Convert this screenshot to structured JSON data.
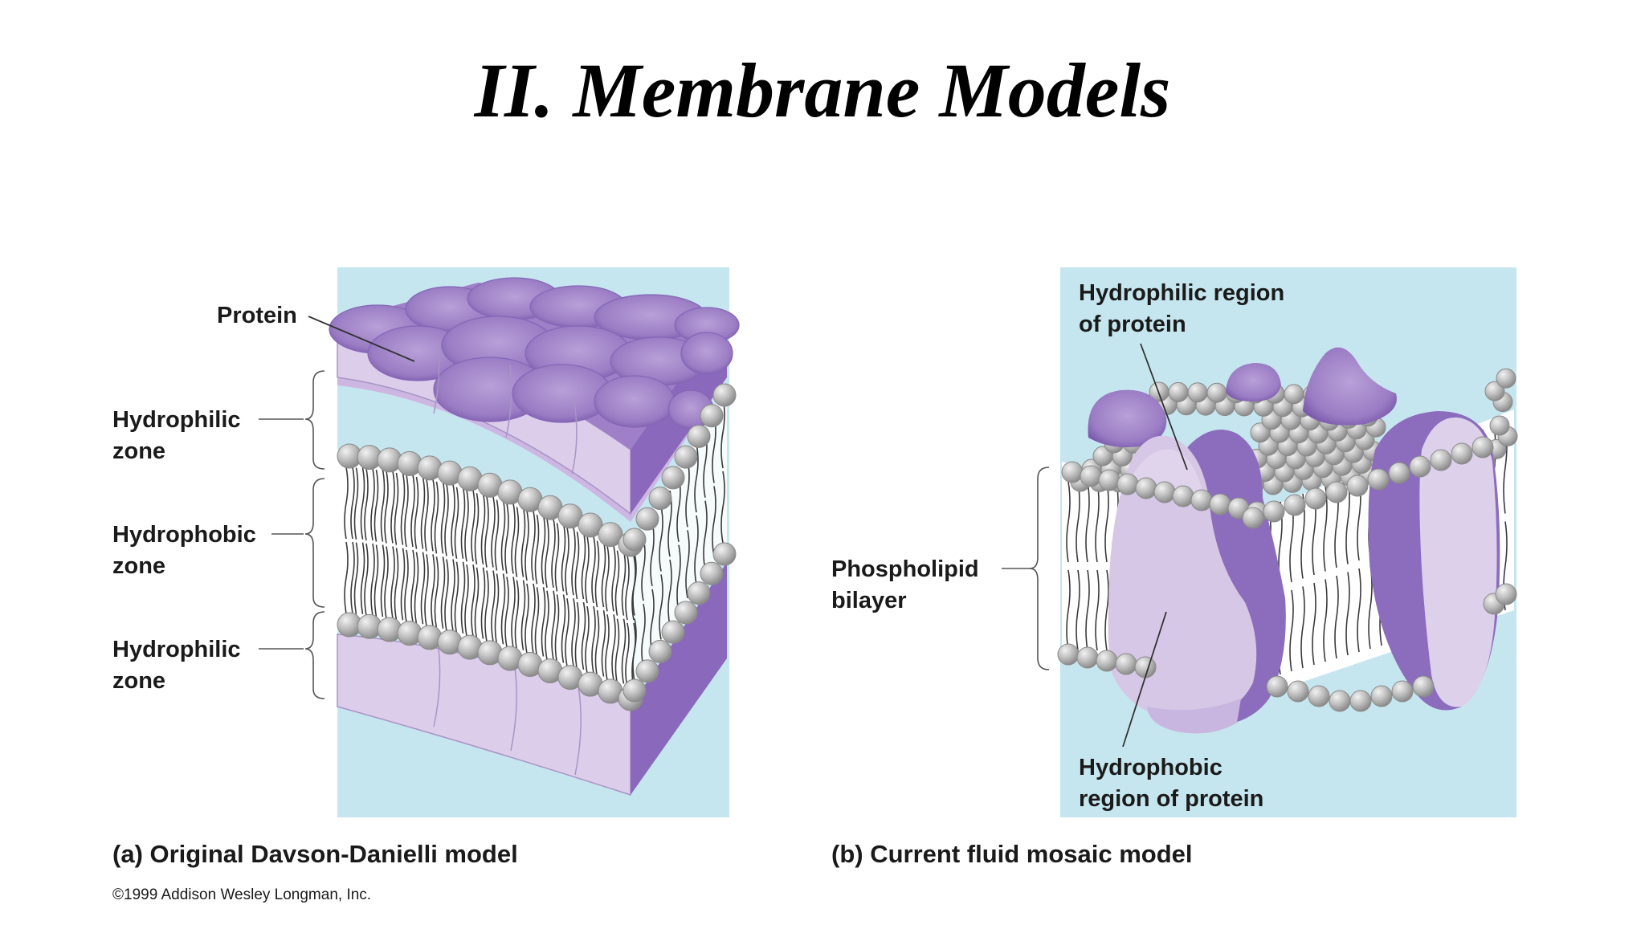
{
  "slide": {
    "title": "II. Membrane Models"
  },
  "panel_a": {
    "caption": "(a) Original Davson-Danielli model",
    "labels": {
      "protein": "Protein",
      "hydrophilic_zone_top": [
        "Hydrophilic",
        "zone"
      ],
      "hydrophobic_zone": [
        "Hydrophobic",
        "zone"
      ],
      "hydrophilic_zone_bottom": [
        "Hydrophilic",
        "zone"
      ]
    }
  },
  "panel_b": {
    "caption": "(b) Current fluid mosaic model",
    "labels": {
      "hydrophilic_region": [
        "Hydrophilic region",
        "of protein"
      ],
      "phospholipid_bilayer": [
        "Phospholipid",
        "bilayer"
      ],
      "hydrophobic_region": [
        "Hydrophobic",
        "region of protein"
      ]
    }
  },
  "copyright": "©1999 Addison Wesley Longman, Inc.",
  "colors": {
    "panel_bg": "#c6e6ef",
    "protein_light": "#d9cbe6",
    "protein_mid": "#a98bcc",
    "protein_dark": "#7b5cae",
    "head": "#b5b5b5",
    "head_edge": "#8a8a8a"
  }
}
